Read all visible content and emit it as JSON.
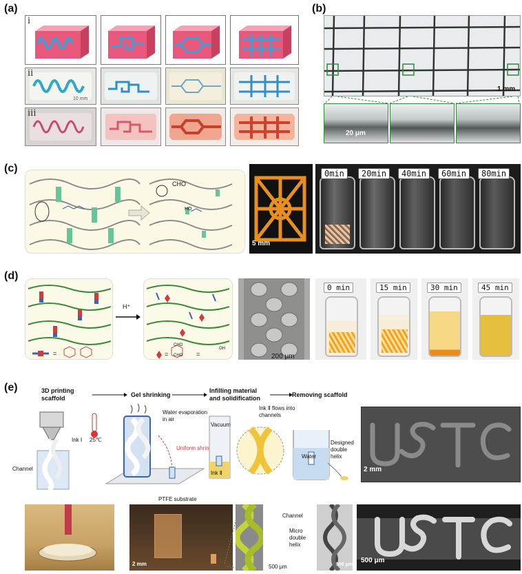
{
  "panels": {
    "a": {
      "label": "(a)",
      "rows": [
        "i",
        "ii",
        "iii"
      ],
      "scale_bar": "10 mm"
    },
    "b": {
      "label": "(b)",
      "scale_main": "1 mm",
      "scale_inset": "20 μm"
    },
    "c": {
      "label": "(c)",
      "molecule_label": "CHO",
      "oh_label": "HO",
      "scale": "5 mm",
      "timepoints": [
        "0min",
        "20min",
        "40min",
        "60min",
        "80min"
      ]
    },
    "d": {
      "label": "(d)",
      "arrow_label": "H⁺",
      "cho_top": "CHO",
      "cho_bottom": "CHO",
      "oh_label": "OH",
      "scale": "200 μm",
      "timepoints": [
        "0 min",
        "15 min",
        "30 min",
        "45 min"
      ]
    },
    "e": {
      "label": "(e)",
      "steps": [
        "3D printing scaffold",
        "Gel shrinking",
        "Infilling material and solidification",
        "Removing scaffold"
      ],
      "ink1": "Ink Ⅰ",
      "temp": "25℃",
      "channel": "Channel",
      "water_evap": "Water evaporation in air",
      "uniform": "Uniform shrinkage",
      "ptfe": "PTFE substrate",
      "vacuum": "Vacuum",
      "ink2": "Ink Ⅱ",
      "ink2_flow": "Ink Ⅱ flows into channels",
      "water": "Water",
      "designed": "Designed double helix",
      "scale_ustc_top": "2 mm",
      "scale_photo2": "2 mm",
      "channel2": "Channel",
      "scale_helix": "500 μm",
      "micro": "Micro double helix",
      "scale_micro": "500 μm",
      "scale_ustc_bottom": "500 μm"
    }
  },
  "colors": {
    "pink": "#e9587a",
    "channel_blue": "#3a9fd6",
    "gel_yellow": "#f0d46a",
    "orange": "#f39a1e",
    "green_line": "#2d8a3a"
  }
}
